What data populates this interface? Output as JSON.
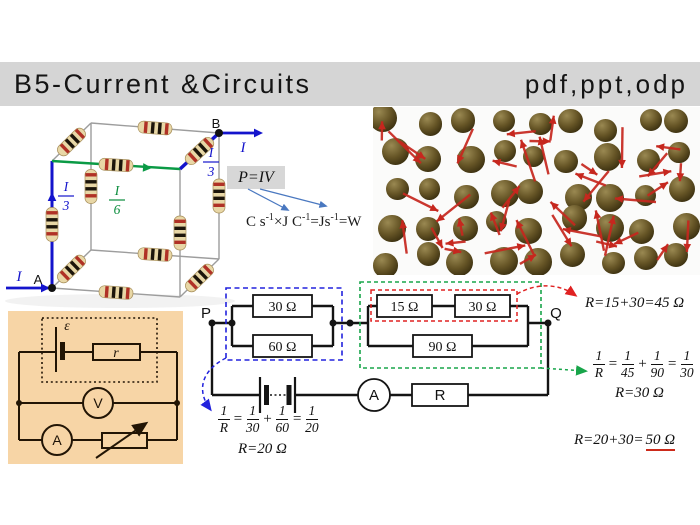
{
  "slide": {
    "title": "B5-Current &Circuits",
    "formats": "pdf,ppt,odp"
  },
  "cube_demo": {
    "node_a": "A",
    "node_b": "B",
    "current_in": "I",
    "current_out": "I",
    "branch_third": {
      "num": "I",
      "den": "3"
    },
    "branch_sixth": {
      "num": "I",
      "den": "6"
    },
    "wire_color": "#1414cc",
    "mid_branch_color": "#0a9a45"
  },
  "power_formula": {
    "boxed": "P=IV",
    "units": [
      {
        "t": "C s"
      },
      {
        "sup": "-1"
      },
      {
        "t": "×J C"
      },
      {
        "sup": "-1"
      },
      {
        "t": "=Js"
      },
      {
        "sup": "-1"
      },
      {
        "t": "=W"
      }
    ]
  },
  "electron_motion": {
    "sphere_count": 45,
    "arrow_count": 42,
    "sphere_color_inner": "#9a8952",
    "sphere_color_mid": "#665526",
    "sphere_color_outer": "#2b2208",
    "arrow_color": "#c6271e",
    "bg": "#fbfbfa"
  },
  "emf_circuit": {
    "bg": "#f7d5a6",
    "emf": "ε",
    "internal_r": "r",
    "voltmeter": "V",
    "ammeter": "A"
  },
  "network_circuit": {
    "node_p": "P",
    "node_q": "Q",
    "res_30a": "30 Ω",
    "res_60": "60 Ω",
    "res_15": "15 Ω",
    "res_30b": "30 Ω",
    "res_90": "90 Ω",
    "ammeter": "A",
    "load": "R",
    "box_blue": "#2222dd",
    "box_red": "#e02222",
    "box_green": "#18a54a",
    "calc_parallel_left": [
      {
        "frac": [
          "1",
          "R"
        ]
      },
      {
        "t": "="
      },
      {
        "frac": [
          "1",
          "30"
        ]
      },
      {
        "t": "+"
      },
      {
        "frac": [
          "1",
          "60"
        ]
      },
      {
        "t": "="
      },
      {
        "frac": [
          "1",
          "20"
        ]
      }
    ],
    "calc_parallel_left_result": "R=20 Ω",
    "calc_series_red": "R=15+30=45 Ω",
    "calc_parallel_green": [
      {
        "frac": [
          "1",
          "R"
        ]
      },
      {
        "t": "="
      },
      {
        "frac": [
          "1",
          "45"
        ]
      },
      {
        "t": "+"
      },
      {
        "frac": [
          "1",
          "90"
        ]
      },
      {
        "t": "="
      },
      {
        "frac": [
          "1",
          "30"
        ]
      }
    ],
    "calc_parallel_green_result": "R=30 Ω",
    "calc_total": [
      {
        "t": "R=20+30="
      },
      {
        "t": "50 Ω",
        "u": true
      }
    ]
  }
}
